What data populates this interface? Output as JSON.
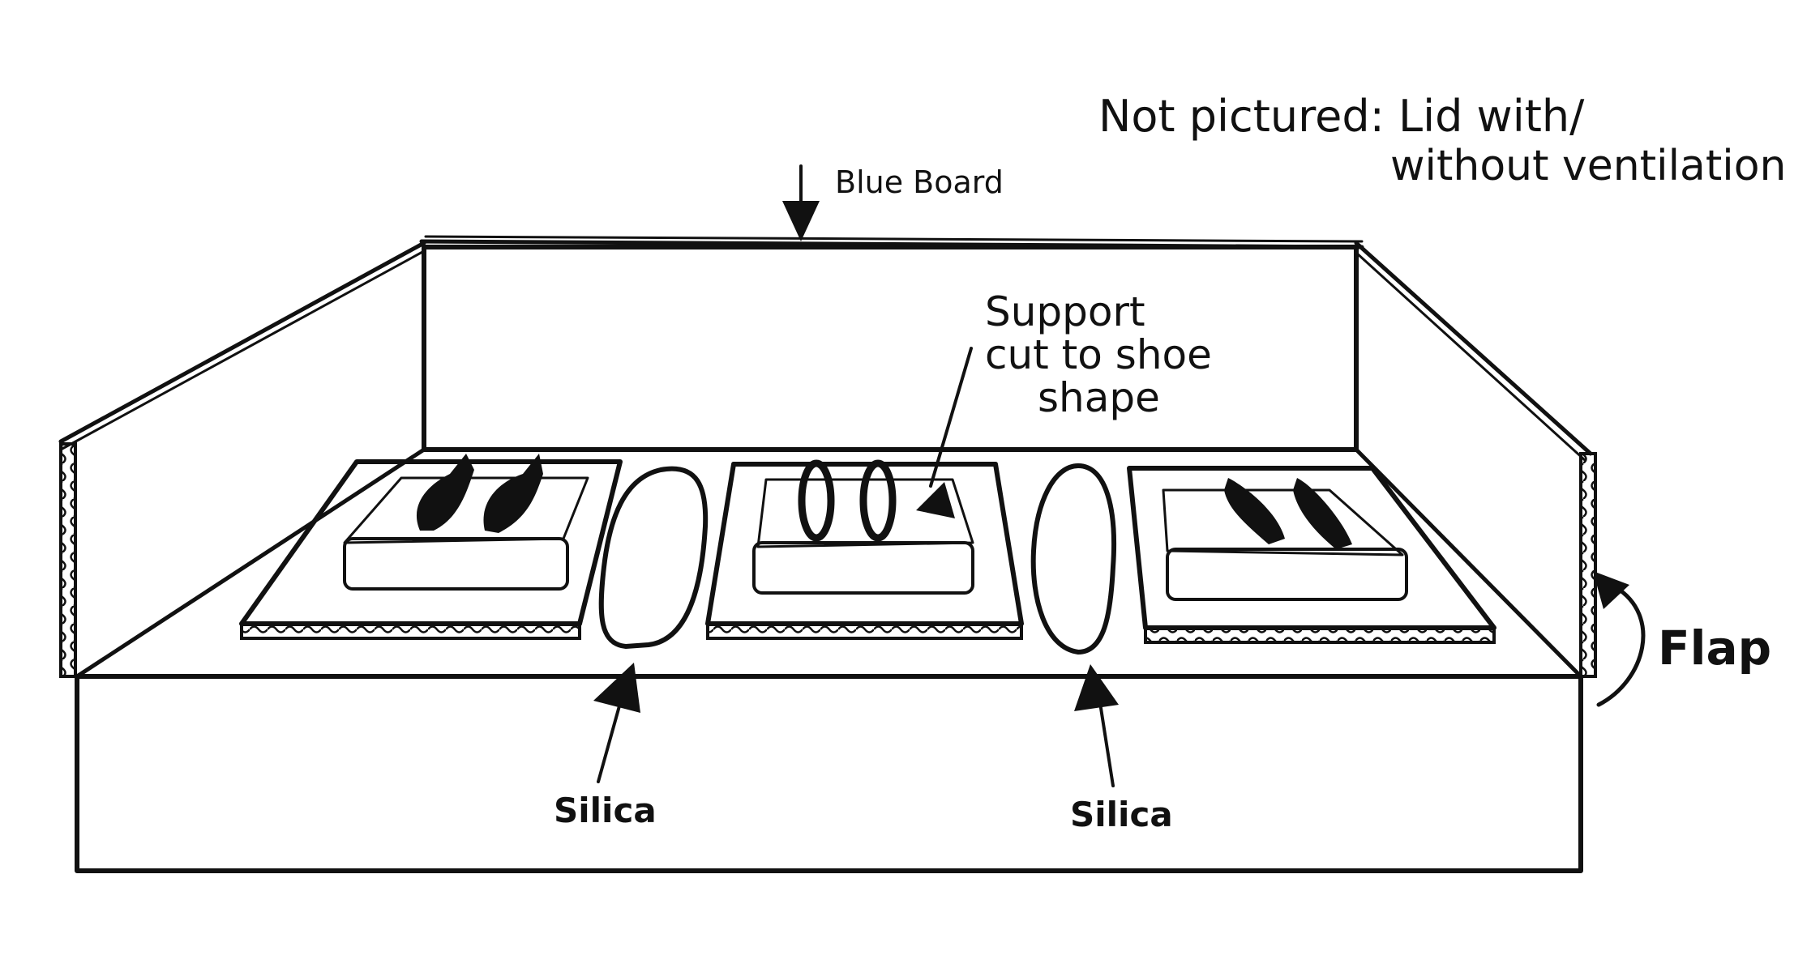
{
  "labels": {
    "note_line1": "Not pictured: Lid with/",
    "note_line2": "without ventilation",
    "blue_board": "Blue Board",
    "support_line1": "Support",
    "support_line2": "cut to shoe",
    "support_line3": "shape",
    "silica_left": "Silica",
    "silica_right": "Silica",
    "flap": "Flap"
  },
  "colors": {
    "ink": "#111111",
    "paper": "#ffffff"
  }
}
